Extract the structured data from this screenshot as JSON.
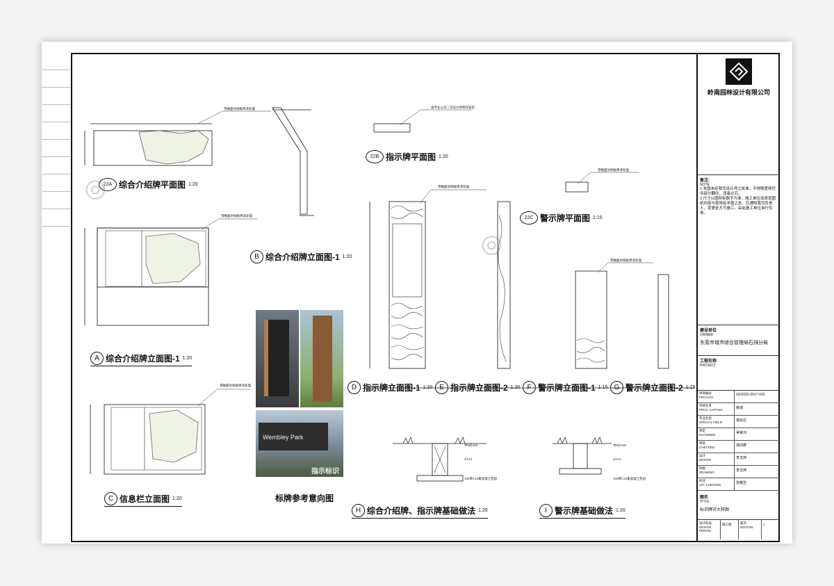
{
  "company": {
    "name": "岭南园林设计有限公司"
  },
  "notes": {
    "heading": "备注:",
    "heading_en": "NOTE",
    "items": [
      "1.本图未经我司设计师之批准，不得随意将任何部分翻印，违者必究。",
      "2.尺寸以图所标数字为准，施工单位如发现图纸内容与现场有矛盾之处，应通知我司负责人，变更处方可施工。由此施工单位自行负责。"
    ]
  },
  "owner": {
    "label": "建设单位",
    "label_en": "OWNER",
    "value": "东莞市城市综合管理局石排分局"
  },
  "project": {
    "label": "工程名称",
    "label_en": "PROJECT"
  },
  "title_rows": [
    {
      "label": "项目编号",
      "label_en": "PROJ.NO.",
      "value": "GD2020-2017-003"
    },
    {
      "label": "项目负责",
      "label_en": "PROJ. CAPTAIN",
      "value": "韩淑"
    },
    {
      "label": "专业负责",
      "label_en": "SPECIAL FIELD",
      "value": "谢焱达"
    },
    {
      "label": "审定",
      "label_en": "EXAMINED",
      "value": "吴荣鸿"
    },
    {
      "label": "审核",
      "label_en": "CHECKED",
      "value": "成向群"
    },
    {
      "label": "设计",
      "label_en": "DESIGN",
      "value": "李玉婷"
    },
    {
      "label": "制图",
      "label_en": "DRAWING",
      "value": "李玉婷"
    },
    {
      "label": "校对",
      "label_en": "1ST CHECKED",
      "value": "张耀芸"
    }
  ],
  "drawing_title": {
    "label": "图名",
    "label_en": "TITLE",
    "value": "标识牌详大样图"
  },
  "bottom_rows": [
    {
      "label": "设计阶段",
      "label_en": "DESIGN PERIOD",
      "value": "施工图",
      "label2": "版次",
      "label2_en": "EDITION",
      "value2": "1"
    }
  ],
  "captions": {
    "a22": {
      "tag": "22A",
      "title": "综合介绍牌平面图",
      "scale": "1:20"
    },
    "b": {
      "tag": "B",
      "title": "综合介绍牌立面图-1",
      "scale": "1:20"
    },
    "a22b": {
      "tag": "22B",
      "title": "指示牌平面图",
      "scale": "1:20"
    },
    "a22c": {
      "tag": "22C",
      "title": "警示牌平面图",
      "scale": "1:15"
    },
    "a": {
      "tag": "A",
      "title": "综合介绍牌立面图-1",
      "scale": "1:20"
    },
    "c": {
      "tag": "C",
      "title": "信息栏立面图",
      "scale": "1:20"
    },
    "d": {
      "tag": "D",
      "title": "指示牌立面图-1",
      "scale": "1:20"
    },
    "e": {
      "tag": "E",
      "title": "指示牌立面图-2",
      "scale": "1:20"
    },
    "f": {
      "tag": "F",
      "title": "警示牌立面图-1",
      "scale": "1:15"
    },
    "g": {
      "tag": "G",
      "title": "警示牌立面图-2",
      "scale": "1:15"
    },
    "h": {
      "tag": "H",
      "title": "综合介绍牌、指示牌基础做法",
      "scale": "1:20"
    },
    "i": {
      "tag": "I",
      "title": "警示牌基础做法",
      "scale": "1:20"
    },
    "ref": {
      "title": "标牌参考意向图"
    }
  },
  "photo_labels": {
    "wembley": "Wembley Park",
    "sign": "指示标识"
  },
  "annotations": {
    "material": "雪釉面仿铜板烤漆处理",
    "print": "由专业公司二次设计并制作安装",
    "rebar1": "中8@150",
    "rebar2": "4∅14",
    "base": "100厚C15素混凝土垫层"
  }
}
